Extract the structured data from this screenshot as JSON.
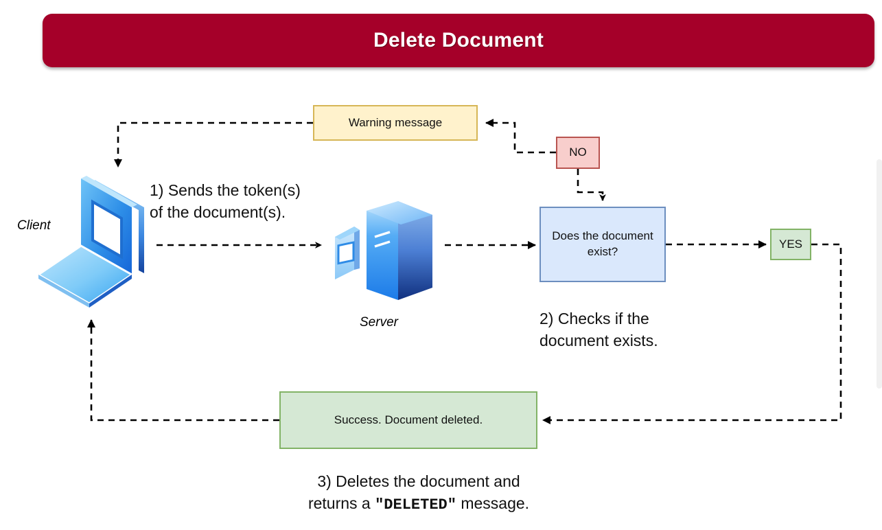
{
  "header": {
    "title": "Delete Document",
    "color": "#A50029",
    "text_color": "#FFFFFF"
  },
  "diagram": {
    "type": "flowchart",
    "nodes": [
      {
        "id": "client",
        "label": "Client",
        "icon": "laptop-isometric-icon",
        "kind": "actor"
      },
      {
        "id": "server",
        "label": "Server",
        "icon": "server-tower-isometric-icon",
        "kind": "actor"
      },
      {
        "id": "warning",
        "label": "Warning message",
        "kind": "message",
        "fill": "#FFF2CC",
        "stroke": "#D6B656"
      },
      {
        "id": "no",
        "label": "NO",
        "kind": "branch-label",
        "fill": "#F8CECC",
        "stroke": "#B85450"
      },
      {
        "id": "decision",
        "label": "Does the document exist?",
        "kind": "decision",
        "fill": "#DAE8FC",
        "stroke": "#6C8EBF"
      },
      {
        "id": "yes",
        "label": "YES",
        "kind": "branch-label",
        "fill": "#D5E8D4",
        "stroke": "#82B366"
      },
      {
        "id": "success",
        "label": "Success. Document deleted.",
        "kind": "message",
        "fill": "#D5E8D4",
        "stroke": "#82B366"
      }
    ],
    "edges": [
      {
        "from": "client",
        "to": "server",
        "style": "dashed",
        "arrow": "end"
      },
      {
        "from": "server",
        "to": "decision",
        "style": "dashed",
        "arrow": "end"
      },
      {
        "from": "decision",
        "to": "yes",
        "style": "dashed",
        "arrow": "end"
      },
      {
        "from": "decision",
        "to": "no",
        "style": "dashed",
        "arrow": "start"
      },
      {
        "from": "no",
        "to": "warning",
        "style": "dashed",
        "arrow": "end"
      },
      {
        "from": "warning",
        "to": "client",
        "style": "dashed",
        "arrow": "end"
      },
      {
        "from": "yes",
        "to": "success",
        "style": "dashed",
        "arrow": "end"
      },
      {
        "from": "success",
        "to": "client",
        "style": "dashed",
        "arrow": "end"
      }
    ]
  },
  "steps": {
    "step1": "1) Sends the token(s)\n    of the document(s).",
    "step2": "2) Checks if the\ndocument exists.",
    "step3_prefix": "3) Deletes the document and\nreturns a ",
    "step3_code": "\"DELETED\"",
    "step3_suffix": " message."
  }
}
